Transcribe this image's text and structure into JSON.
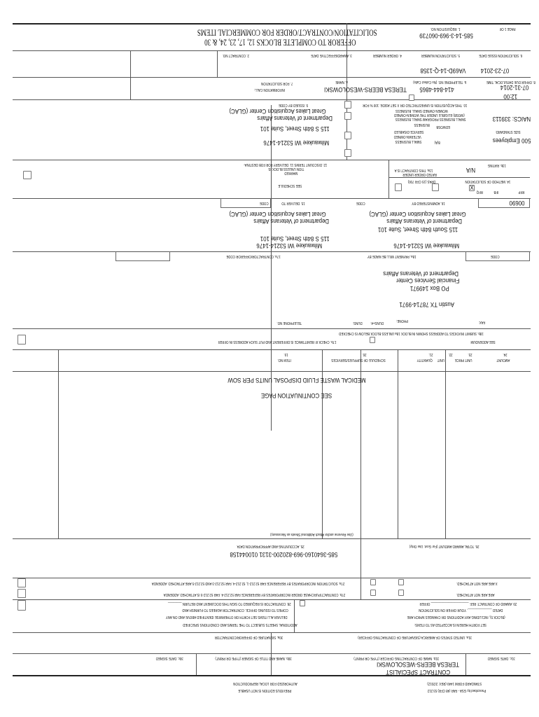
{
  "header": {
    "page_label": "PAGE 1 OF",
    "requisition_label": "1. REQUISITION NO.",
    "requisition_no": "585-14-3-969-060739",
    "title_line1": "SOLICITATION/CONTRACT/ORDER FOR COMMERCIAL ITEMS",
    "title_line2": "OFFEROR TO COMPLETE BLOCKS 12, 17, 23, 24, & 30"
  },
  "row1": {
    "contract_no_label": "2. CONTRACT NO.",
    "award_date_label": "3. AWARD/EFFECTIVE DATE",
    "order_no_label": "4. ORDER NUMBER",
    "solicitation_no_label": "5. SOLICITATION NUMBER",
    "solicitation_no": "VA69D-14-Q-1358",
    "issue_date_label": "6. SOLICITATION ISSUE DATE",
    "issue_date": "07-23-2014"
  },
  "row2": {
    "info_call_label1": "7. FOR SOLICITATION",
    "info_call_label2": "INFORMATION CALL:",
    "name_label": "a. NAME",
    "name": "TERESA BEERS-WESOLOWSKI",
    "phone_label": "b. TELEPHONE NO. (No Collect Calls)",
    "phone": "414-844-4865",
    "due_label": "8. OFFER DUE DATE/LOCAL TIME",
    "due_date": "07-31-2014",
    "due_time": "12:00"
  },
  "issued_by": {
    "label": "9. ISSUED BY   CODE",
    "lines": [
      "Great Lakes Acquisition Center (GLAC)",
      "Department of Veterans Affairs",
      "115 S 84th Street, Suite 101",
      "Milwaukee WI 53214-1476"
    ]
  },
  "set_aside": {
    "label": "10. THIS ACQUISITION IS  UNRESTRICTED OR  X  SET ASIDE:  100  % FOR",
    "wosb1": "WOMEN-OWNED SMALL BUSINESS",
    "wosb2": "(WOSB) ELIGIBLE UNDER THE WOMEN-OWNED",
    "wosb3": "SMALL BUSINESS PROGRAM   SMALL BUSINESS",
    "edwosb": "EDWOSB",
    "business": "BUSINESS",
    "sdvosb1": "SERVICE-DISABLED",
    "sdvosb2": "VETERAN-OWNED",
    "sdvosb3": "SMALL BUSINESS",
    "eight_a": "8(A)",
    "naics": "NAICS: 339113",
    "size_label": "SIZE STANDARD:",
    "size": "500 Employees"
  },
  "row_terms": {
    "discount1": "12. DISCOUNT TERMS          11. DELIVERY FOR FOB DESTINA-",
    "discount2": "TION UNLESS BLOCK IS",
    "discount3": "MARKED",
    "see_schedule": "SEE SCHEDULE",
    "rated1": "13a. THIS CONTRACT IS A",
    "rated2": "RATED ORDER UNDER",
    "rated3": "DPAS (15 CFR 700)",
    "rating_label": "13b. RATING",
    "rating": "N/A",
    "method_label": "14. METHOD OF SOLICITATION",
    "rfq": "RFQ",
    "ifb": "IFB",
    "rfp": "RFP"
  },
  "deliver_to": {
    "label": "15. DELIVER TO",
    "code_label": "CODE",
    "lines": [
      "Great Lakes Acquisition Center (GLAC)",
      "Department of Veterans Affairs",
      "115 S 84th Street, Suite 101",
      "Milwaukee WI 53214-1476"
    ]
  },
  "administered_by": {
    "label": "16. ADMINISTERED BY",
    "code_label": "CODE",
    "code": "00690",
    "lines": [
      "Great Lakes Acquisition Center (GLAC)",
      "Department of Veterans Affairs",
      "115 South 84th Street, Suite 101",
      "Milwaukee WI 53214-1476"
    ]
  },
  "contractor": {
    "label": "17a. CONTRACTOR/OFFEROR   CODE",
    "telephone_label": "TELEPHONE NO.",
    "duns_label": "DUNS:",
    "duns4_label": "DUNS+4:",
    "remit_label": "17b. CHECK IF REMITTANCE IS DIFFERENT AND PUT SUCH ADDRESS IN OFFER"
  },
  "payment": {
    "label": "18a. PAYMENT WILL BE MADE BY",
    "code_label": "CODE",
    "lines": [
      "Department of Veterans Affairs",
      "Financial Services Center",
      "PO Box 149971",
      "Austin TX 78714-9971"
    ],
    "phone_label": "PHONE:",
    "fax_label": "FAX:",
    "submit_label": "18b. SUBMIT INVOICES TO ADDRESS SHOWN IN BLOCK 18a UNLESS BLOCK BELOW IS CHECKED",
    "see_addendum": "SEE ADDENDUM"
  },
  "schedule": {
    "headers": [
      {
        "num": "19.",
        "label": "ITEM NO."
      },
      {
        "num": "20.",
        "label": "SCHEDULE OF SUPPLIES/SERVICES"
      },
      {
        "num": "21.",
        "label": "QUANTITY"
      },
      {
        "num": "22.",
        "label": "UNIT"
      },
      {
        "num": "23.",
        "label": "UNIT PRICE"
      },
      {
        "num": "24.",
        "label": "AMOUNT"
      }
    ],
    "description": "MEDICAL WASTE FLUID DISPOSAL UNITS PER SOW",
    "continuation": "SEE CONTINUATION PAGE",
    "note": "(Use Reverse and/or Attach Additional Sheets as Necessary)"
  },
  "accounting": {
    "label": "25. ACCOUNTING AND APPROPRIATION DATA",
    "value": "585-3640160-969-820200-3131 010044158",
    "total_label": "26. TOTAL AWARD AMOUNT (For Govt. Use Only)"
  },
  "clauses": {
    "c27a": "27a. SOLICITATION INCORPORATES BY REFERENCE FAR 52.212-1, 52.212-4. FAR 52.212-3 AND 52.212-5 ARE ATTACHED.   ADDENDA",
    "c27a_status": "X  ARE    ARE NOT ATTACHED.",
    "c27b": "27b. CONTRACT/PURCHASE ORDER INCORPORATES BY REFERENCE FAR 52.212-4. FAR 52.212-5 IS ATTACHED.   ADDENDA",
    "c27b_status": "ARE    ARE NOT ATTACHED.",
    "c28_1": "28. CONTRACTOR IS REQUIRED TO SIGN THIS DOCUMENT AND RETURN  ________",
    "c28_2": "COPIES TO ISSUING OFFICE.  CONTRACTOR AGREES TO FURNISH AND",
    "c28_3": "DELIVER ALL ITEMS SET FORTH OR OTHERWISE IDENTIFIED ABOVE AND ON ANY",
    "c28_4": "ADDITIONAL SHEETS SUBJECT TO THE TERMS AND CONDITIONS SPECIFIED",
    "c29_1": "29. AWARD OF CONTRACT: REF. ______________________ OFFER",
    "c29_2": "DATED ______________.  YOUR OFFER ON SOLICITATION",
    "c29_3": "(BLOCK 5), INCLUDING ANY ADDITIONS OR CHANGES WHICH ARE",
    "c29_4": "SET FORTH HEREIN IS ACCEPTED AS TO ITEMS:"
  },
  "signatures": {
    "s30a": "30a. SIGNATURE OF OFFEROR/CONTRACTOR",
    "s31a": "31a. UNITED STATES OF AMERICA (SIGNATURE OF CONTRACTING OFFICER)",
    "s30b": "30b. NAME AND TITLE OF SIGNER (TYPE OR PRINT)",
    "s30c": "30c. DATE SIGNED",
    "s31b": "31b. NAME OF CONTRACTING OFFICER (TYPE OR PRINT)",
    "s31c": "31c. DATE SIGNED",
    "officer_name": "TERESA BEERS-WESOLOWSKI",
    "officer_title": "CONTRACT SPECIALIST"
  },
  "footer": {
    "auth": "AUTHORIZED FOR LOCAL REPRODUCTION",
    "prev": "PREVIOUS EDITION IS NOT USABLE",
    "form": "STANDARD FORM 1449   (REV. 2/2012)",
    "prescribed": "Prescribed by GSA - FAR (48 CFR) 53.212"
  }
}
